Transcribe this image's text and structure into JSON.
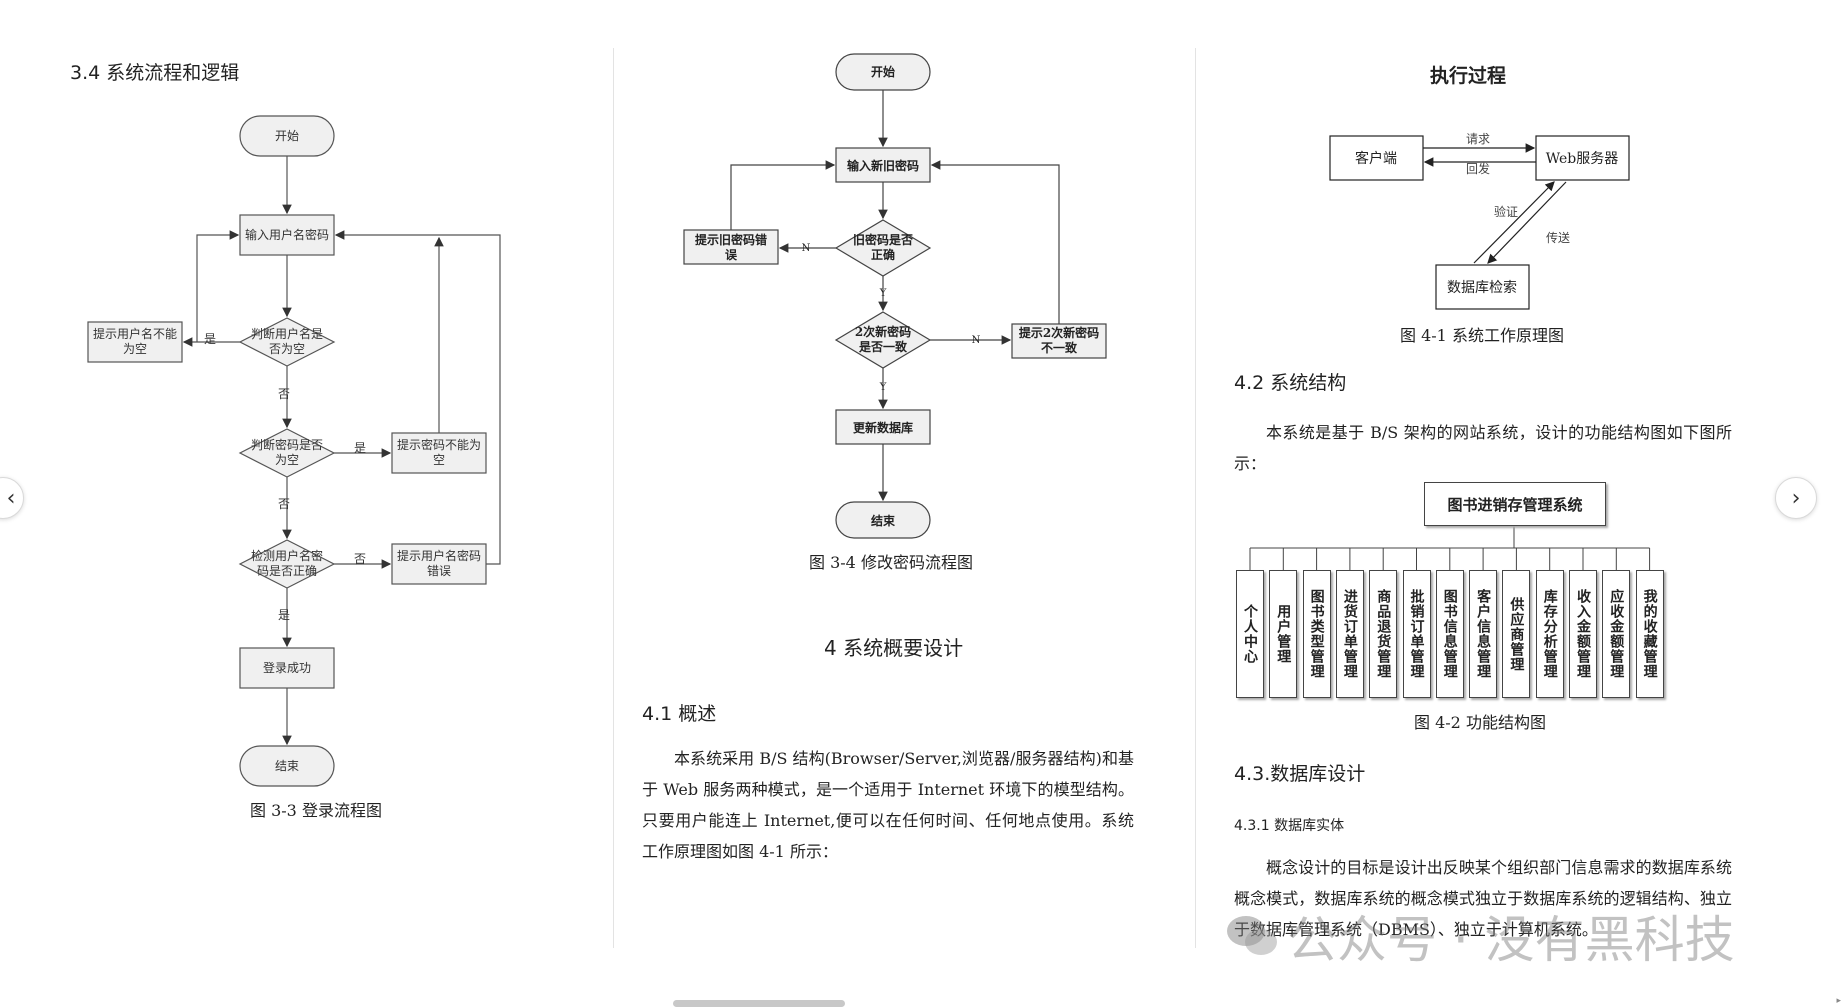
{
  "page1": {
    "section_title": "3.4 系统流程和逻辑",
    "caption": "图 3-3 登录流程图",
    "flow": {
      "start": "开始",
      "input": "输入用户名密码",
      "check_user_1": "判断用户名是",
      "check_user_2": "否为空",
      "user_empty_1": "提示用户名不能",
      "user_empty_2": "为空",
      "check_pwd_1": "判断密码是否",
      "check_pwd_2": "为空",
      "pwd_empty_1": "提示密码不能为",
      "pwd_empty_2": "空",
      "verify_1": "检测用户名密",
      "verify_2": "码是否正确",
      "wrong_1": "提示用户名密码",
      "wrong_2": "错误",
      "success": "登录成功",
      "end": "结束",
      "yes": "是",
      "no": "否"
    }
  },
  "page2": {
    "caption": "图 3-4 修改密码流程图",
    "flow": {
      "start": "开始",
      "input": "输入新旧密码",
      "old_check_1": "旧密码是否",
      "old_check_2": "正确",
      "old_wrong_1": "提示旧密码错",
      "old_wrong_2": "误",
      "new_check_1": "2次新密码",
      "new_check_2": "是否一致",
      "mismatch_1": "提示2次新密码",
      "mismatch_2": "不一致",
      "update": "更新数据库",
      "end": "结束",
      "y": "Y",
      "n": "N"
    },
    "chapter_title": "4 系统概要设计",
    "section_title": "4.1 概述",
    "paragraph": "本系统采用 B/S 结构(Browser/Server,浏览器/服务器结构)和基于 Web 服务两种模式，是一个适用于 Internet 环境下的模型结构。只要用户能连上 Internet,便可以在任何时间、任何地点使用。系统工作原理图如图 4-1 所示："
  },
  "page3": {
    "diagram_title": "执行过程",
    "arch": {
      "client": "客户端",
      "server": "Web服务器",
      "db": "数据库检索",
      "request": "请求",
      "reply": "回发",
      "verify": "验证",
      "send": "传送"
    },
    "caption1": "图 4-1 系统工作原理图",
    "section_title": "4.2 系统结构",
    "paragraph1": "本系统是基于 B/S 架构的网站系统，设计的功能结构图如下图所示：",
    "tree_root": "图书进销存管理系统",
    "tree_modules": [
      "个人中心",
      "用户管理",
      "图书类型管理",
      "进货订单管理",
      "商品退货管理",
      "批销订单管理",
      "图书信息管理",
      "客户信息管理",
      "供应商管理",
      "库存分析管理",
      "收入金额管理",
      "应收金额管理",
      "我的收藏管理"
    ],
    "caption2": "图 4-2 功能结构图",
    "section_title2": "4.3.数据库设计",
    "subsection_title": "4.3.1 数据库实体",
    "paragraph2": "概念设计的目标是设计出反映某个组织部门信息需求的数据库系统概念模式，数据库系统的概念模式独立于数据库系统的逻辑结构、独立于数据库管理系统（DBMS）、独立于计算机系统。"
  },
  "watermark": "公众号 · 没有黑科技"
}
